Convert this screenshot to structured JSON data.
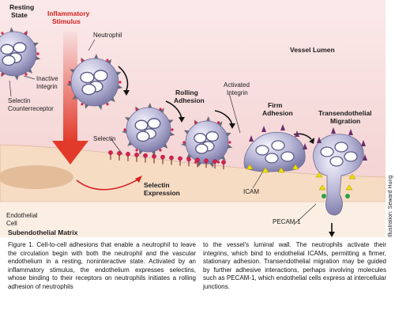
{
  "diagram": {
    "labels": {
      "resting_state": [
        "Resting",
        "State"
      ],
      "inflammatory_stimulus": [
        "Inflammatory",
        "Stimulus"
      ],
      "neutrophil": "Neutrophil",
      "inactive_integrin": [
        "Inactive",
        "Integrin"
      ],
      "selectin_counterreceptor": [
        "Selectin",
        "Counterreceptor"
      ],
      "vessel_lumen": "Vessel Lumen",
      "rolling_adhesion": [
        "Rolling",
        "Adhesion"
      ],
      "activated_integrin": [
        "Activated",
        "Integrin"
      ],
      "firm_adhesion": [
        "Firm",
        "Adhesion"
      ],
      "transendothelial_migration": [
        "Transendothelial",
        "Migration"
      ],
      "selectin": "Selectin",
      "selectin_expression": [
        "Selectin",
        "Expression"
      ],
      "icam": "ICAM",
      "endothelial_cell": [
        "Endothelial",
        "Cell"
      ],
      "pecam": "PECAM-1",
      "subendothelial_matrix": "Subendothelial Matrix"
    },
    "colors": {
      "lumen": "#f7dede",
      "endothelium": "#f7dcc4",
      "nucleus_band": "#e8bf9b",
      "matrix": "#fbeee2",
      "cell_fill": "#b7b6d6",
      "stimulus_arrow": "#e23a2a",
      "selectin_head": "#d8224a",
      "integrin": "#6a2d6a",
      "icam": "#f0e000",
      "pecam": "#2aa048"
    }
  },
  "caption": {
    "left": "Figure 1. Cell-to-cell adhesions that enable a neutrophil to leave the circulation begin with both the neutrophil and the vascular endothelium in a resting, noninteractive state. Activated by an inflammatory stimulus, the endothelium expresses selectins, whose binding to their receptors on neutrophils initiates a rolling adhesion of neutrophils",
    "right": "to the vessel's luminal wall. The neutrophils activate their integrins, which bind to endothelial ICAMs, permitting a firmer, stationary adhesion. Transendothelial migration may be guided by further adhesive interactions, perhaps involving molecules such as PECAM-1, which endothelial cells express at intercellular junctions."
  },
  "credit": "Illustration: Seward Hung"
}
